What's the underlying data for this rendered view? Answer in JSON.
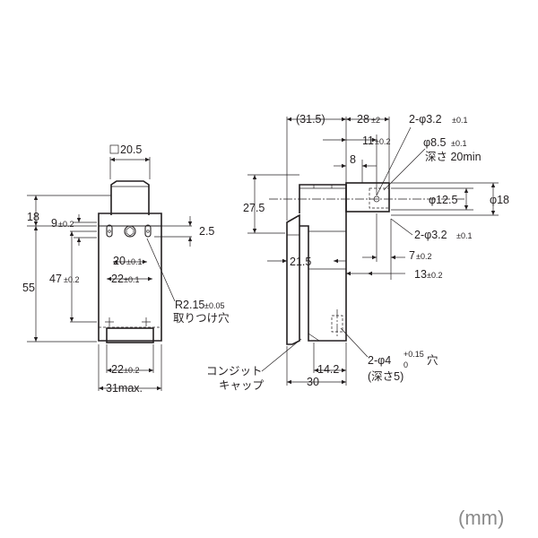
{
  "unit": "(mm)",
  "front_view": {
    "square_size": "20.5",
    "height_18": "18",
    "height_55": "55",
    "dim_9": "9",
    "tol_9": "±0.2",
    "dim_2_5": "2.5",
    "dim_20": "20",
    "tol_20": "±0.1",
    "dim_22_top": "22",
    "tol_22_top": "±0.1",
    "dim_47": "47",
    "tol_47": "±0.2",
    "radius_label": "R2.15",
    "radius_tol": "±0.05",
    "mount_hole_label": "取りつけ穴",
    "dim_22_bottom": "22",
    "tol_22_bottom": "±0.2",
    "width_max": "31max."
  },
  "side_view": {
    "dim_31_5": "(31.5)",
    "dim_28": "28",
    "tol_28": "±2",
    "dim_11": "11",
    "tol_11": "±0.2",
    "dim_8": "8",
    "dim_27_5": "27.5",
    "dim_21_5": "21.5",
    "hole_32_top": "2-φ3.2",
    "hole_32_top_tol": "±0.1",
    "hole_85": "φ8.5",
    "hole_85_tol": "±0.1",
    "depth_20": "深さ 20min",
    "dia_12_5": "φ12.5",
    "dia_18": "φ18",
    "hole_32_mid": "2-φ3.2",
    "hole_32_mid_tol": "±0.1",
    "dim_7": "7",
    "tol_7": "±0.2",
    "dim_13": "13",
    "tol_13": "±0.2",
    "hole_4": "2-φ4",
    "hole_4_tol_upper": "+0.15",
    "hole_4_tol_lower": "0",
    "hole_label": "穴",
    "depth_5": "(深さ5)",
    "conduit_line1": "コンジット",
    "conduit_line2": "キャップ",
    "dim_14_2": "14.2",
    "dim_30": "30"
  }
}
